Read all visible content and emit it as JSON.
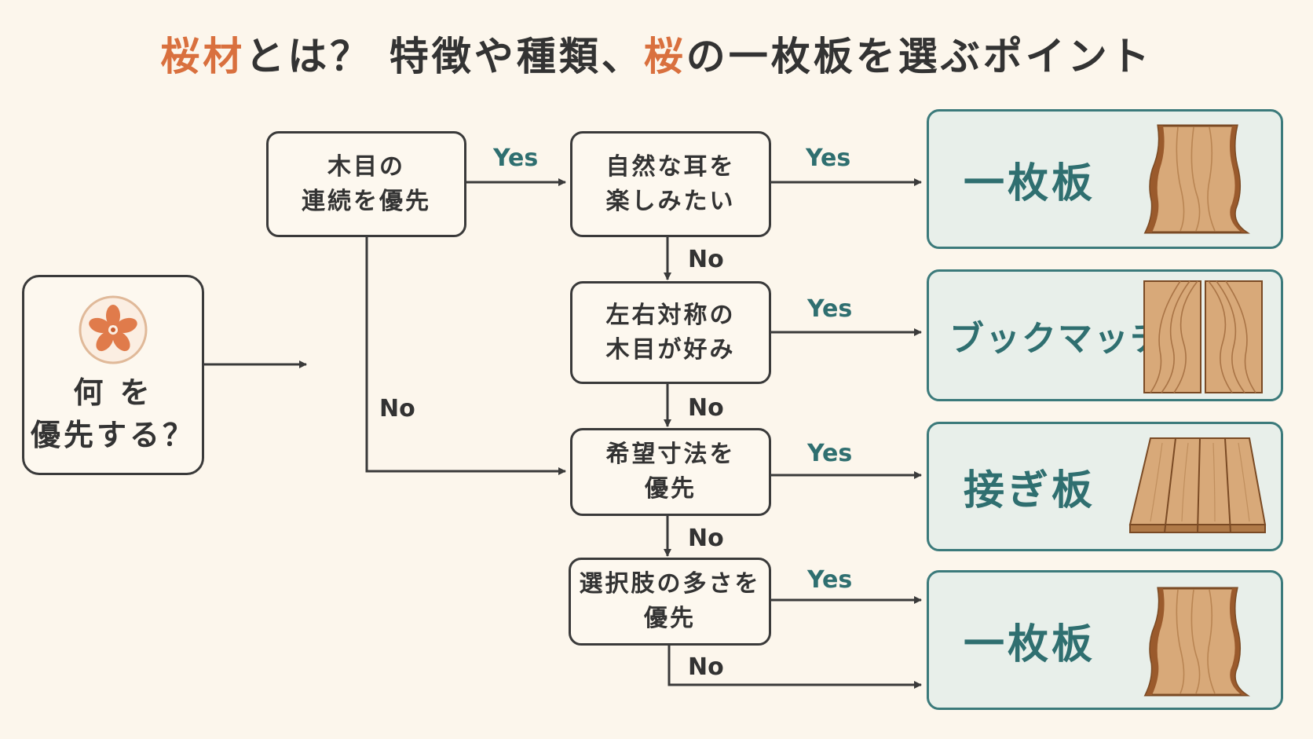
{
  "title": {
    "p1": "桜材",
    "p2": "とは？ 特徴や種類、",
    "p3": "桜",
    "p4": "の一枚板を選ぶポイント"
  },
  "start": {
    "icon": "cherry-blossom-icon",
    "line1": "何 を",
    "line2": "優先する？"
  },
  "decisions": [
    {
      "line1": "木目の",
      "line2": "連続を優先"
    },
    {
      "line1": "自然な耳を",
      "line2": "楽しみたい"
    },
    {
      "line1": "左右対称の",
      "line2": "木目が好み"
    },
    {
      "line1": "希望寸法を",
      "line2": "優先"
    },
    {
      "line1": "選択肢の多さを",
      "line2": "優先"
    }
  ],
  "results": [
    {
      "label": "一枚板",
      "icon": "live-edge-slab-icon"
    },
    {
      "label": "ブックマッチ",
      "icon": "bookmatch-boards-icon"
    },
    {
      "label": "接ぎ板",
      "icon": "joined-boards-icon"
    },
    {
      "label": "一枚板",
      "icon": "live-edge-slab-icon"
    }
  ],
  "edge_labels": {
    "yes": "Yes",
    "no": "No"
  },
  "colors": {
    "background": "#fcf6ec",
    "accent_orange": "#d9703e",
    "teal": "#2f6f70",
    "result_bg": "#e8efea",
    "wood": "#d8a979"
  }
}
